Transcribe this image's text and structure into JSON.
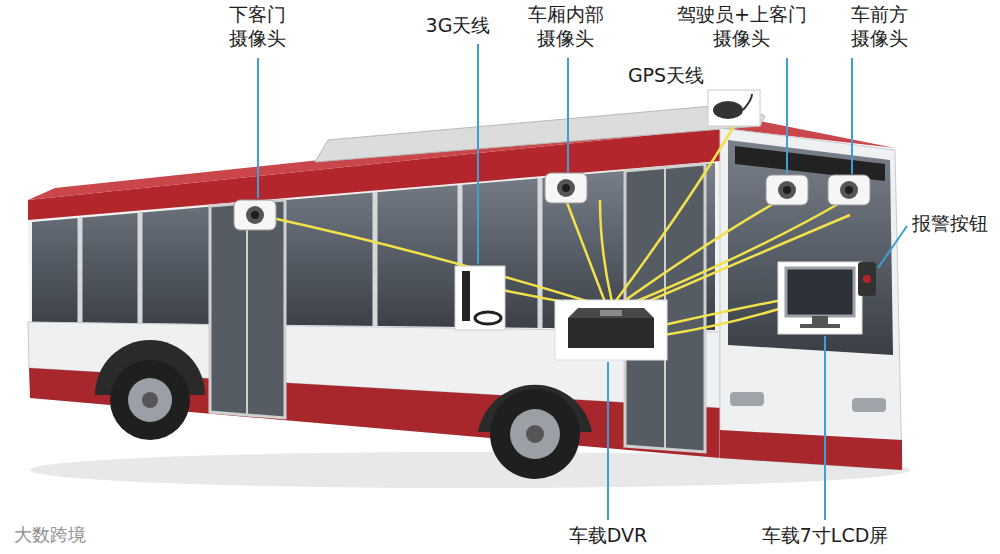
{
  "diagram": {
    "labels": [
      "下客门 摄像头",
      "3G天线",
      "车厢内部 摄像头",
      "GPS天线",
      "驾驶员+上客门 摄像头",
      "车前方 摄像头",
      "报警按钮",
      "车载DVR",
      "车载7寸LCD屏",
      "大数跨境"
    ]
  }
}
